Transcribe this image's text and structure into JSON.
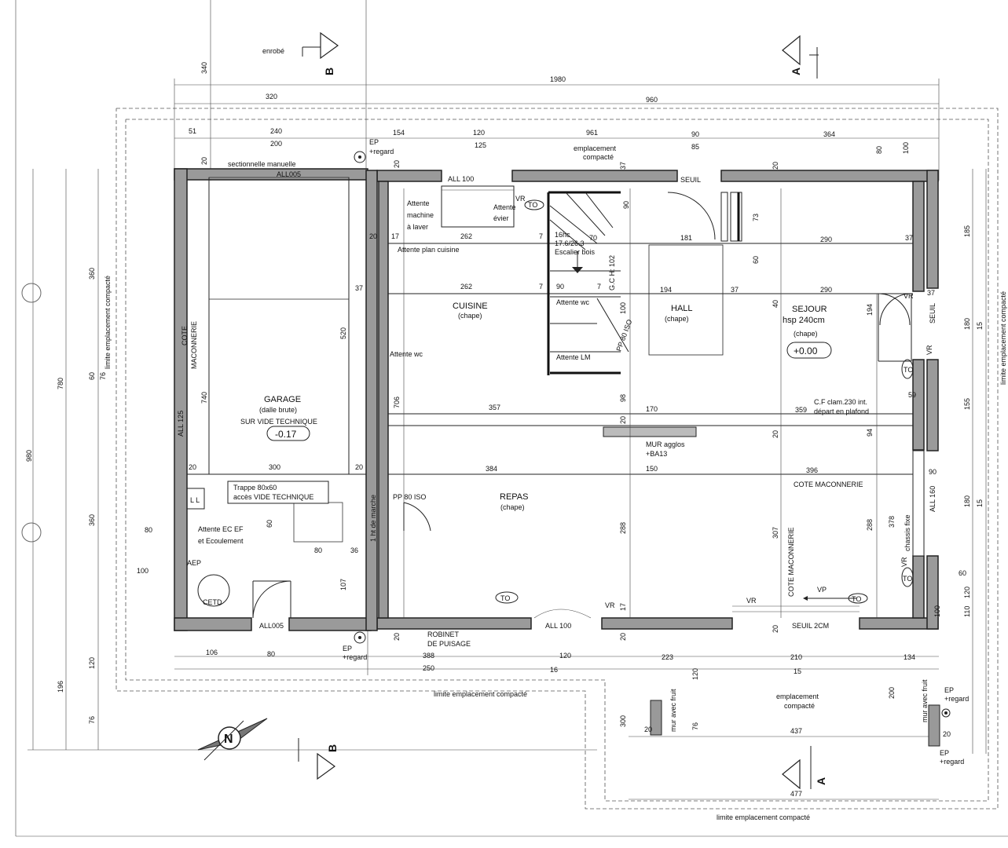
{
  "rooms": {
    "garage": {
      "name": "GARAGE",
      "finish": "(dalle brute)",
      "note": "SUR VIDE TECHNIQUE",
      "level": "-0.17"
    },
    "cuisine": {
      "name": "CUISINE",
      "finish": "(chape)"
    },
    "hall": {
      "name": "HALL",
      "finish": "(chape)"
    },
    "sejour": {
      "name": "SEJOUR",
      "height": "hsp 240cm",
      "finish": "(chape)",
      "level": "+0.00"
    },
    "repas": {
      "name": "REPAS",
      "finish": "(chape)"
    }
  },
  "labels": {
    "enrobe": "enrobé",
    "section_b": "B",
    "section_a": "A",
    "ep_regard": "EP",
    "regard": "+regard",
    "emplacement": "emplacement",
    "compacte": "compacté",
    "sectionnelle": "sectionnelle manuelle",
    "all005": "ALL005",
    "all100": "ALL 100",
    "all125": "ALL 125",
    "all160": "ALL 160",
    "seuil": "SEUIL",
    "seuil2cm": "SEUIL 2CM",
    "seuil_v": "SEUIL",
    "cote_maconnerie": "COTE MACONNERIE",
    "cote": "COTE",
    "maconnerie": "MACONNERIE",
    "attente": "Attente",
    "machine": "machine",
    "a_laver": "à laver",
    "attente_evier": "Attente",
    "evier": "évier",
    "vr": "VR",
    "to": "TO",
    "attente_plan": "Attente plan cuisine",
    "stair1": "16hc",
    "stair2": "17.6/26.3",
    "stair3": "Escalier bois",
    "gc": "G.C H: 102",
    "attente_wc": "Attente wc",
    "attente_lm": "Attente LM",
    "cf1": "C.F clam.230 int.",
    "cf2": "départ en plafond",
    "mur_agglos": "MUR agglos",
    "ba13": "+BA13",
    "trappe1": "Trappe 80x60",
    "trappe2": "accès VIDE TECHNIQUE",
    "attente_ec": "Attente EC EF",
    "ecoulement": "et Ecoulement",
    "aep": "AEP",
    "cetd": "CETD",
    "ll": "L L",
    "pp": "PP 80 ISO",
    "marche": "1 ht de marche",
    "robinet": "ROBINET",
    "puisage": "DE PUISAGE",
    "vp": "VP",
    "chassis": "chassis fixe",
    "limite": "limite emplacement compacté",
    "mur_fruit": "mur avec fruit"
  },
  "dims": {
    "d1980": "1980",
    "d320": "320",
    "d960": "960",
    "d340": "340",
    "d51": "51",
    "d240": "240",
    "d200": "200",
    "d154": "154",
    "d120": "120",
    "d125": "125",
    "d961": "961",
    "d90": "90",
    "d85": "85",
    "d364": "364",
    "d80": "80",
    "d100": "100",
    "d20": "20",
    "d17": "17",
    "d37": "37",
    "d262": "262",
    "d7": "7",
    "d70": "70",
    "d181": "181",
    "d290": "290",
    "d194": "194",
    "d73": "73",
    "d60": "60",
    "d357": "357",
    "d170": "170",
    "d359": "359",
    "d94": "94",
    "d59": "59",
    "d155": "155",
    "d300": "300",
    "d384": "384",
    "d150": "150",
    "d396": "396",
    "d520": "520",
    "d740": "740",
    "d706": "706",
    "d360": "360",
    "d780": "780",
    "d980": "980",
    "d196": "196",
    "d76": "76",
    "d106": "106",
    "d388": "388",
    "d250": "250",
    "d16": "16",
    "d223": "223",
    "d210": "210",
    "d15": "15",
    "d134": "134",
    "d437": "437",
    "d477": "477",
    "d107": "107",
    "d36": "36",
    "d307": "307",
    "d288": "288",
    "d378": "378",
    "d180": "180",
    "d185": "185",
    "d110": "110",
    "d98": "98",
    "d40": "40",
    "d200b": "200"
  }
}
